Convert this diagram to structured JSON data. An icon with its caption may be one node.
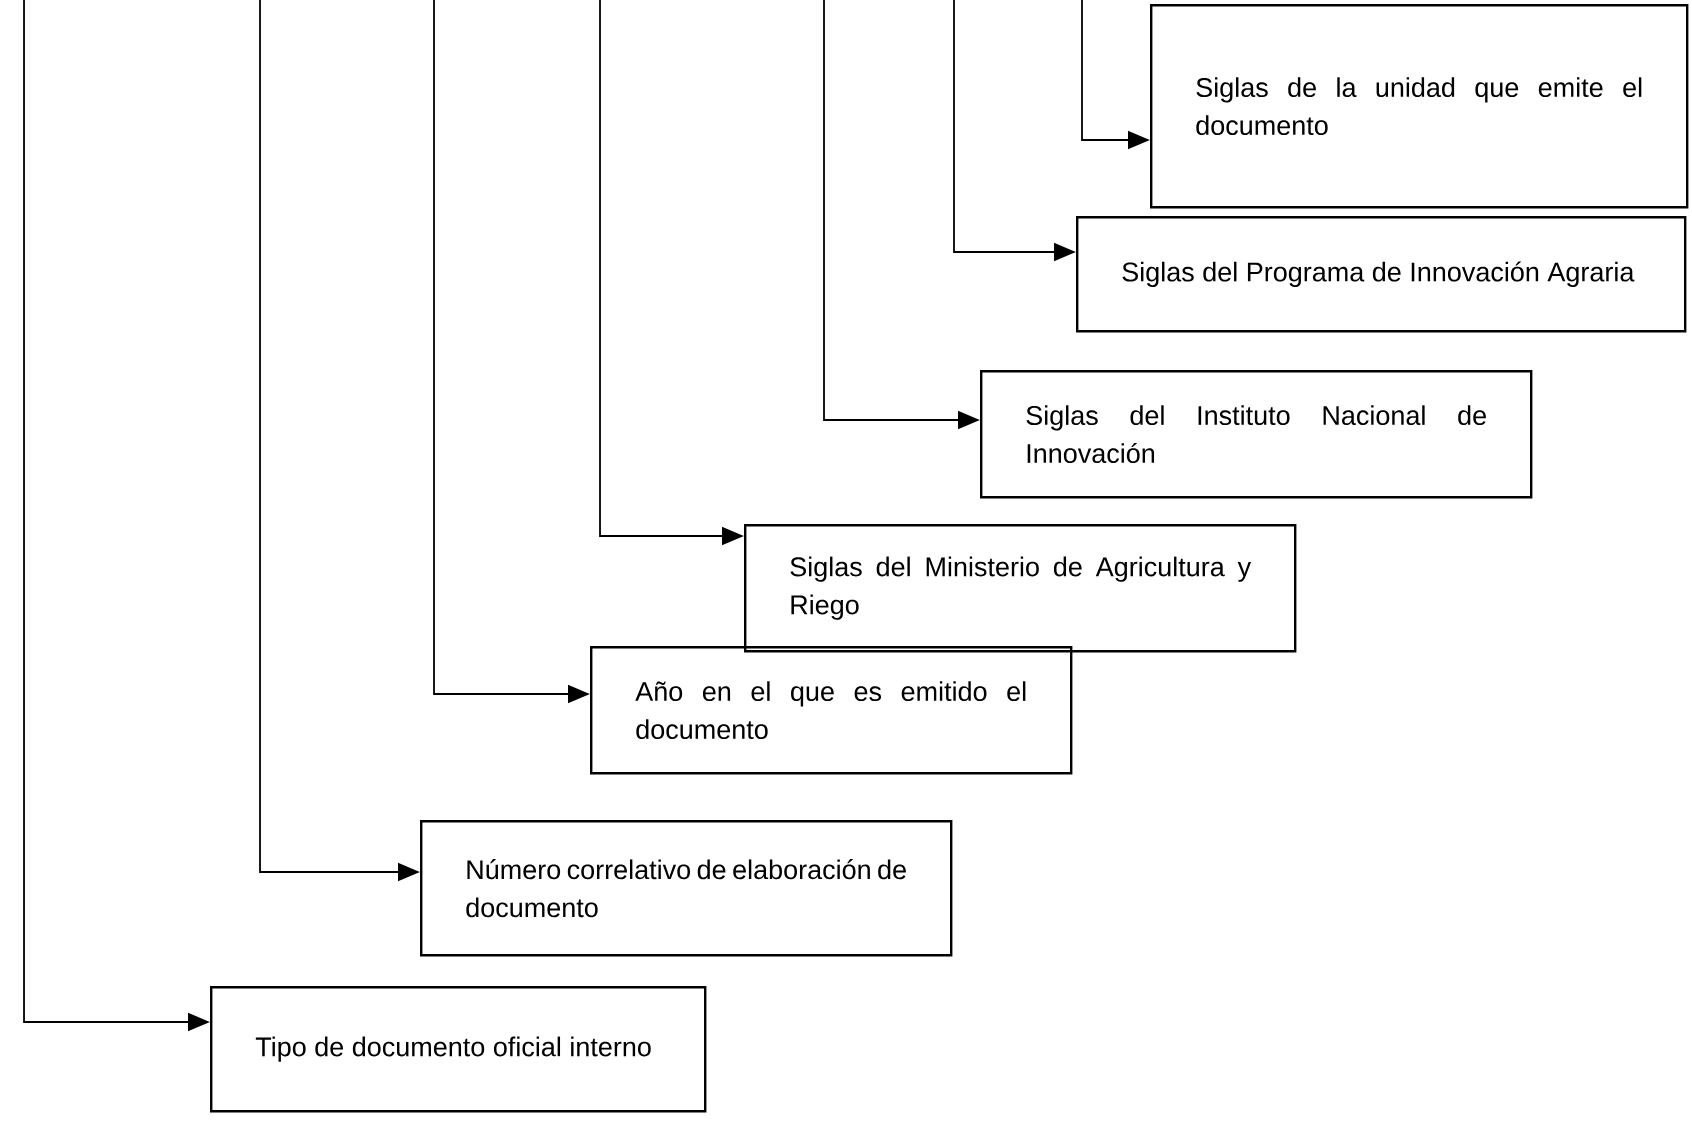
{
  "diagram": {
    "nodes": [
      {
        "text": [
          "Siglas de la unidad que emite el documento"
        ]
      },
      {
        "text": [
          "Siglas del Programa de Innovación Agraria"
        ]
      },
      {
        "text": [
          "Siglas del Instituto Nacional de Innovación"
        ]
      },
      {
        "text": [
          "Siglas del Ministerio de Agricultura y Riego"
        ]
      },
      {
        "text": [
          "Año en el que es emitido el documento"
        ]
      },
      {
        "text": [
          "Número correlativo de elaboración de documento"
        ]
      },
      {
        "text": [
          "Tipo de documento oficial interno"
        ]
      }
    ],
    "edges": [
      {
        "from": null,
        "to": 0,
        "arrow": "to"
      },
      {
        "from": null,
        "to": 1,
        "arrow": "to"
      },
      {
        "from": null,
        "to": 2,
        "arrow": "to"
      },
      {
        "from": null,
        "to": 3,
        "arrow": "to"
      },
      {
        "from": null,
        "to": 4,
        "arrow": "to"
      },
      {
        "from": null,
        "to": 5,
        "arrow": "to"
      },
      {
        "from": null,
        "to": 6,
        "arrow": "to"
      }
    ]
  }
}
